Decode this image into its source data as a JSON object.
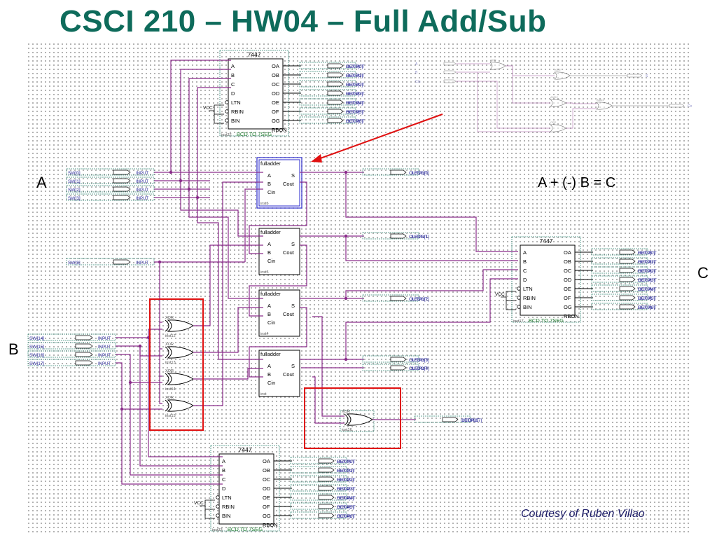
{
  "slide": {
    "title": "CSCI 210 – HW04 – Full Add/Sub",
    "label_a": "A",
    "label_b": "B",
    "label_c": "C",
    "equation": "A + (-) B = C",
    "credit": "Courtesy of Ruben Villao"
  },
  "colors": {
    "wire": "#8a2c8a",
    "frame": "#3a8a7a",
    "title": "#0e6b5b",
    "highlight": "#e01010",
    "arrow": "#e01010"
  },
  "decoder_top": {
    "name": "7447",
    "part": "BCD TO 7SEG",
    "inst": "inst32",
    "vcc": "VCC",
    "inputs": [
      "A",
      "B",
      "C",
      "D",
      "LTN",
      "RBIN",
      "BIN"
    ],
    "outputs": [
      "OA",
      "OB",
      "OC",
      "OD",
      "OE",
      "OF",
      "OG",
      "RBON"
    ],
    "pins": [
      "HEX6[0]",
      "HEX6[1]",
      "HEX6[2]",
      "HEX6[3]",
      "HEX6[4]",
      "HEX6[5]",
      "HEX6[6]"
    ]
  },
  "decoder_right": {
    "name": "7447",
    "part": "BCD TO 7SEG",
    "inst": "inst17",
    "vcc": "VCC",
    "inputs": [
      "A",
      "B",
      "C",
      "D",
      "LTN",
      "RBIN",
      "BIN"
    ],
    "outputs": [
      "OA",
      "OB",
      "OC",
      "OD",
      "OE",
      "OF",
      "OG",
      "RBON"
    ],
    "pins": [
      "HEX0[0]",
      "HEX0[1]",
      "HEX0[2]",
      "HEX0[3]",
      "HEX0[4]",
      "HEX0[5]",
      "HEX0[6]"
    ]
  },
  "decoder_bottom": {
    "name": "7447",
    "part": "BCD TO 7SEG",
    "inst": "inst33",
    "vcc": "VCC",
    "inputs": [
      "A",
      "B",
      "C",
      "D",
      "LTN",
      "RBIN",
      "BIN"
    ],
    "outputs": [
      "OA",
      "OB",
      "OC",
      "OD",
      "OE",
      "OF",
      "OG",
      "RBON"
    ],
    "pins": [
      "HEX4[0]",
      "HEX4[1]",
      "HEX4[2]",
      "HEX4[3]",
      "HEX4[4]",
      "HEX4[5]",
      "HEX4[6]"
    ]
  },
  "full_adders": [
    {
      "name": "fulladder",
      "inst": "inst6",
      "ports_in": [
        "A",
        "B",
        "Cin"
      ],
      "ports_out": [
        "S",
        "Cout"
      ],
      "led": "LEDG[0]"
    },
    {
      "name": "fulladder",
      "inst": "inst5",
      "ports_in": [
        "A",
        "B",
        "Cin"
      ],
      "ports_out": [
        "S",
        "Cout"
      ],
      "led": "LEDG[1]"
    },
    {
      "name": "fulladder",
      "inst": "inst4",
      "ports_in": [
        "A",
        "B",
        "Cin"
      ],
      "ports_out": [
        "S",
        "Cout"
      ],
      "led": "LEDG[2]"
    },
    {
      "name": "fulladder",
      "inst": "inst",
      "ports_in": [
        "A",
        "B",
        "Cin"
      ],
      "ports_out": [
        "S",
        "Cout"
      ],
      "led": "LEDG[3]"
    }
  ],
  "led_extra": "LEDG[4]",
  "switches_a": [
    "SW[0]",
    "SW[1]",
    "SW[2]",
    "SW[3]"
  ],
  "switch_mode": "SW[8]",
  "switches_b": [
    "SW[14]",
    "SW[15]",
    "SW[16]",
    "SW[17]"
  ],
  "xor_gates": [
    {
      "name": "XOR",
      "inst": "inst12"
    },
    {
      "name": "XOR",
      "inst": "inst13"
    },
    {
      "name": "XOR",
      "inst": "inst14"
    },
    {
      "name": "XOR",
      "inst": "inst15"
    }
  ],
  "overflow_xor": {
    "name": "XOR",
    "inst": "inst16",
    "led": "LEDR[17]"
  },
  "io_labels": {
    "input": "INPUT",
    "output": "OUTPUT"
  },
  "inset": {
    "inputs": [
      "A",
      "B",
      "Cin"
    ],
    "gates": [
      "XOR",
      "XOR",
      "AND2",
      "AND2",
      "OR2"
    ],
    "outputs": [
      "S",
      "Cout"
    ]
  }
}
